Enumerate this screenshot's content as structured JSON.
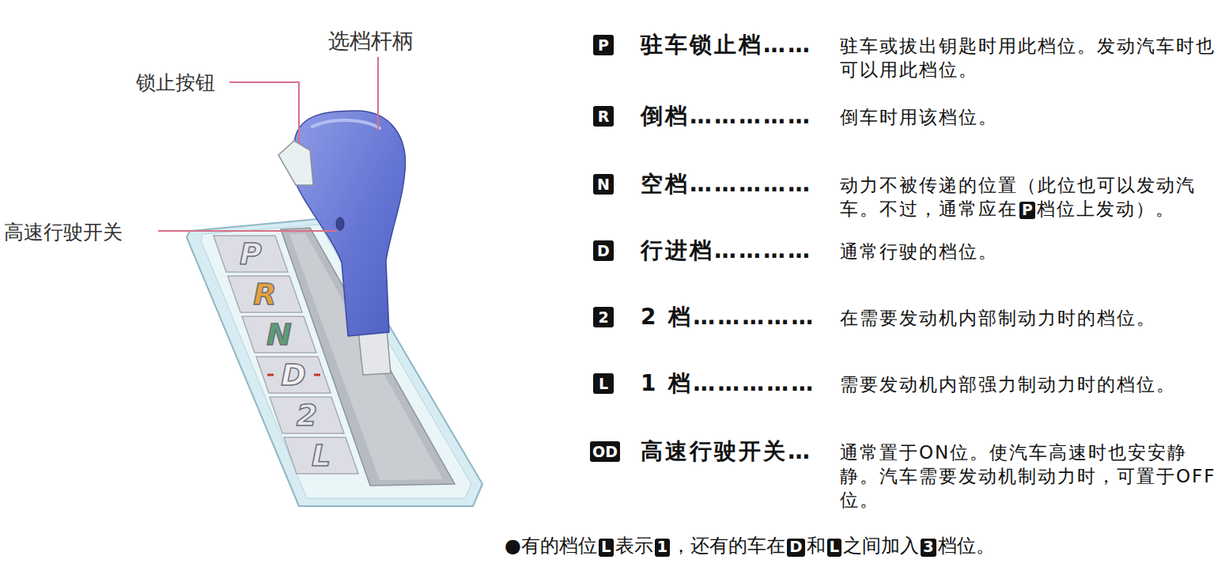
{
  "diagram": {
    "nodes": [
      {
        "text": [
          "P"
        ]
      },
      {
        "text": [
          "R"
        ]
      },
      {
        "text": [
          "N"
        ]
      },
      {
        "text": [
          "D"
        ]
      },
      {
        "text": [
          "2"
        ]
      },
      {
        "text": [
          "L"
        ]
      },
      {
        "text": [
          "OD"
        ]
      }
    ],
    "labels": [
      "选档杆柄",
      "锁止按钮",
      "高速行驶开关",
      "P",
      "R",
      "N",
      "D",
      "2",
      "L",
      "驻车锁止档……",
      "驻车或拔出钥匙时用此档位。发动汽车时也可以用此档位。",
      "倒档……………",
      "倒车时用该档位。",
      "空档……………",
      "动力不被传递的位置（此位也可以发动汽车。不过，通常应在",
      "P",
      "档位上发动）。",
      "行进档…………",
      "通常行驶的档位。",
      "2 档……………",
      "在需要发动机内部制动力时的档位。",
      "1 档……………",
      "需要发动机内部强力制动力时的档位。",
      "高速行驶开关…",
      "通常置于ON位。使汽车高速时也安安静静。汽车需要发动机制动力时，可置于OFF位。",
      "●有的档位",
      "L",
      "表示",
      "1",
      "，还有的车在",
      "D",
      "和",
      "L",
      "之间加入",
      "3",
      "档位。"
    ]
  }
}
